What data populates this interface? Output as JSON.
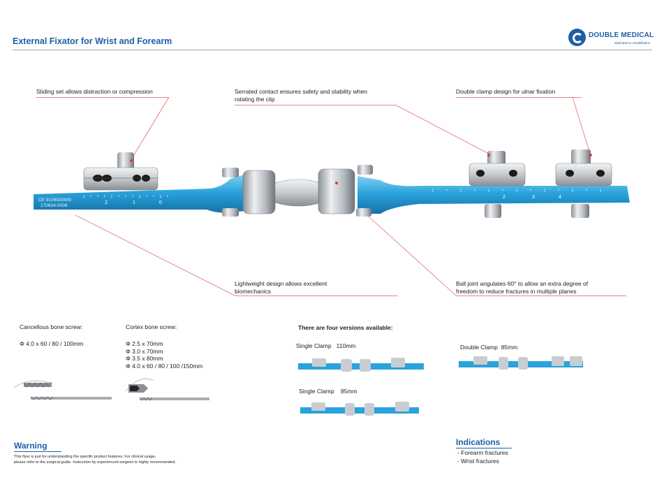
{
  "header": {
    "title": "External Fixator for Wrist and Forearm",
    "logo_name": "DOUBLE MEDICAL",
    "logo_tagline": "dedicated to rehabilitation"
  },
  "callouts": [
    {
      "lines": [
        "Sliding set allows distraction or compression"
      ]
    },
    {
      "lines": [
        "Serrated contact ensures safety and stability when",
        "rotating the clip"
      ]
    },
    {
      "lines": [
        "Double clamp design for ulnar fixation"
      ]
    },
    {
      "lines": [
        "Lightweight design allows excellent",
        "biomechanics"
      ]
    },
    {
      "lines": [
        "Ball joint angulates 60° to allow an extra degree of",
        "freedom to reduce fractures in multiple planes"
      ]
    }
  ],
  "rod_engraving": {
    "line1": "CE 9109920400",
    "line2": "170624-0006"
  },
  "rod_scale_left": [
    "2",
    "1",
    "0"
  ],
  "rod_scale_right": [
    "2",
    "3",
    "4"
  ],
  "screws": {
    "cancellous": {
      "label": "Cancellous bone screw:",
      "specs": [
        "Φ 4.0 x 60 / 80 / 100mm"
      ]
    },
    "cortex": {
      "label": "Cortex bone screw:",
      "specs": [
        "Φ 2.5 x 70mm",
        "Φ 3.0 x 70mm",
        "Φ 3.5 x 80mm",
        "Φ 4.0 x 60 / 80 / 100 /150mm"
      ]
    }
  },
  "versions": {
    "heading": "There are four versions available:",
    "items": [
      "Single Clamp   110mm",
      "Double Clamp  85mm",
      "Single Clamp    85mm"
    ]
  },
  "warning": {
    "title": "Warning",
    "lines": [
      "This flyer is just for understanding the specific product features. For clinical usage,",
      "please refer to the surgical guide. Instruction by experienced surgeon is highly recommended."
    ]
  },
  "indications": {
    "title": "Indications",
    "items": [
      "- Forearm fractures",
      "- Wrist fractures"
    ]
  },
  "colors": {
    "brand_blue": "#1f5ea8",
    "rod_blue": "#2aa3dc",
    "callout_line": "#e06b6b",
    "metal": "#c9cdd2"
  }
}
